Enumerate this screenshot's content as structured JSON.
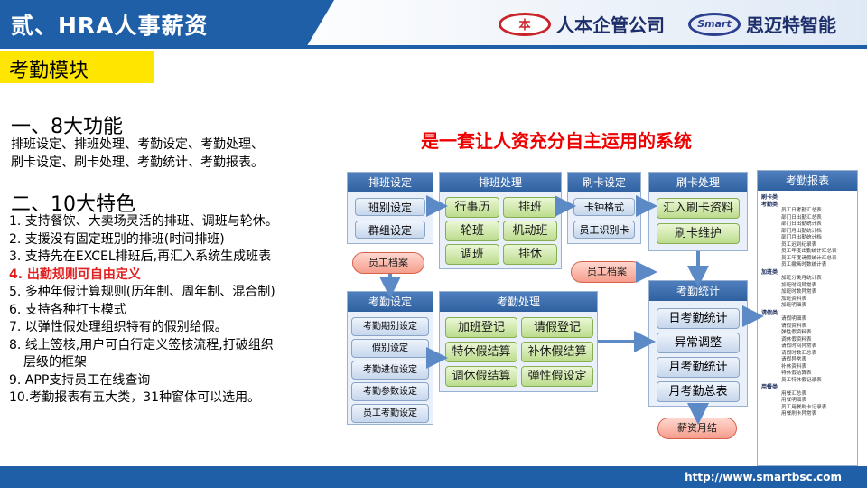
{
  "header": {
    "title": "贰、HRA人事薪资",
    "logo1_badge": "本",
    "logo1_text": "人本企管公司",
    "logo2_badge": "Smart",
    "logo2_text": "思迈特智能"
  },
  "module": "考勤模块",
  "features": {
    "heading": "一、8大功能",
    "line1": "排班设定、排班处理、考勤设定、考勤处理、",
    "line2": "刷卡设定、刷卡处理、考勤统计、考勤报表。"
  },
  "traits": {
    "heading": "二、10大特色",
    "items": [
      "1. 支持餐饮、大卖场灵活的排班、调班与轮休。",
      "2. 支援没有固定班别的排班(时间排班)",
      "3. 支持先在EXCEL排班后,再汇入系统生成班表",
      "4. 出勤规则可自由定义",
      "5. 多种年假计算规则(历年制、周年制、混合制)",
      "6. 支持各种打卡模式",
      "7. 以弹性假处理组织特有的假别给假。",
      "8. 线上签核,用户可自行定义签核流程,打破组织",
      "层级的框架",
      "9. APP支持员工在线查询",
      "10.考勤报表有五大类，31种窗体可以选用。"
    ]
  },
  "tagline": "是一套让人资充分自主运用的系统",
  "diagram": {
    "p1": {
      "title": "排班设定",
      "b": [
        "班别设定",
        "群组设定"
      ]
    },
    "p2": {
      "title": "排班处理",
      "b": [
        "行事历",
        "排班",
        "轮班",
        "机动班",
        "调班",
        "排休"
      ]
    },
    "p3": {
      "title": "刷卡设定",
      "b": [
        "卡钟格式",
        "员工识别卡"
      ]
    },
    "p4": {
      "title": "刷卡处理",
      "b": [
        "汇入刷卡资料",
        "刷卡维护"
      ]
    },
    "o1": "员工档案",
    "o2": "员工档案",
    "o3": "薪资月结",
    "p5": {
      "title": "考勤设定",
      "b": [
        "考勤期别设定",
        "假别设定",
        "考勤进位设定",
        "考勤参数设定",
        "员工考勤设定"
      ]
    },
    "p6": {
      "title": "考勤处理",
      "b": [
        "加班登记",
        "请假登记",
        "特休假结算",
        "补休假结算",
        "调休假结算",
        "弹性假设定"
      ]
    },
    "p7": {
      "title": "考勤统计",
      "b": [
        "日考勤统计",
        "异常调整",
        "月考勤统计",
        "月考勤总表"
      ]
    },
    "p8": {
      "title": "考勤报表"
    }
  },
  "report": [
    {
      "c": "刷卡类"
    },
    {
      "c": "考勤类"
    },
    {
      "i": "员工日考勤汇总表"
    },
    {
      "i": "部门日出勤汇总表"
    },
    {
      "i": "部门日出勤统计表"
    },
    {
      "i": "部门月出勤统计档"
    },
    {
      "i": "部门月出勤统计档"
    },
    {
      "i": "员工迟到纪录表"
    },
    {
      "i": "员工年度出勤统计汇总表"
    },
    {
      "i": "员工年度请假统计汇总表"
    },
    {
      "i": "员工缴画时数统计表"
    },
    {
      "c": "加班类"
    },
    {
      "i": "加班分类月统计表"
    },
    {
      "i": "加班时间异常表"
    },
    {
      "i": "加班时数异常表"
    },
    {
      "i": "加班资料表"
    },
    {
      "i": "加班明细表"
    },
    {
      "c": "请假类"
    },
    {
      "i": "请假明细表"
    },
    {
      "i": "请假资料表"
    },
    {
      "i": "弹性假资料表"
    },
    {
      "i": "调休假资料表"
    },
    {
      "i": "请假时间异常表"
    },
    {
      "i": "请假时数汇总表"
    },
    {
      "i": "请假异常表"
    },
    {
      "i": "补休资料表"
    },
    {
      "i": "特休假结算表"
    },
    {
      "i": "员工特休假记录表"
    },
    {
      "c": "用餐类"
    },
    {
      "i": "用餐汇总表"
    },
    {
      "i": "用餐明细表"
    },
    {
      "i": "员工用餐刷卡记录表"
    },
    {
      "i": "用餐刷卡异常表"
    }
  ],
  "footer": {
    "url": "http://www.smartbsc.com"
  },
  "colors": {
    "brand": "#1f5fa7",
    "highlight": "#ffe600",
    "accent_red": "#e00000"
  }
}
